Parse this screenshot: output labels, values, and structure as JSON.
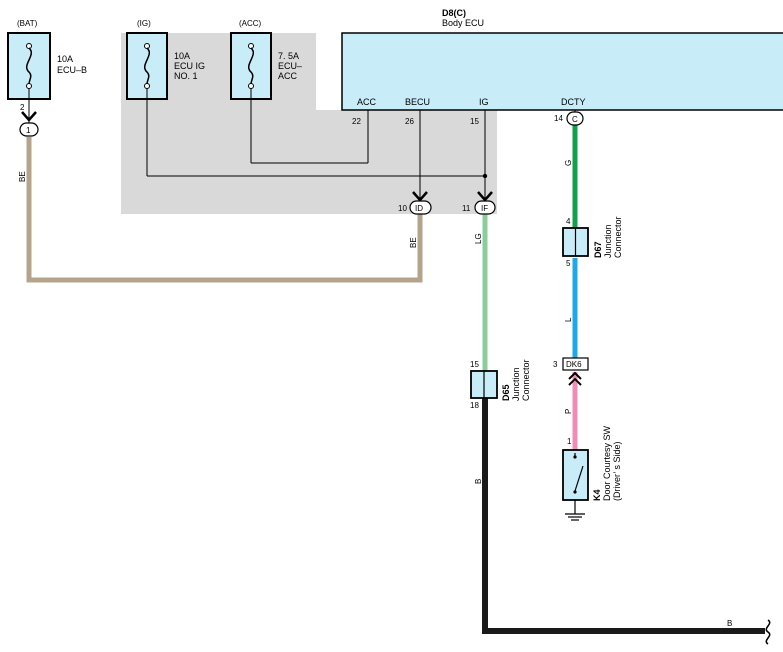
{
  "ecu": {
    "code": "D8(C)",
    "name": "Body ECU",
    "pins": {
      "acc": {
        "label": "ACC",
        "number": "22"
      },
      "becu": {
        "label": "BECU",
        "number": "26"
      },
      "ig": {
        "label": "IG",
        "number": "15"
      },
      "dcty": {
        "label": "DCTY",
        "number": "14"
      }
    },
    "dcty_connector": "C"
  },
  "fuses": {
    "bat": {
      "source": "(BAT)",
      "rating": "10A",
      "name": "ECU–B",
      "pin": "2",
      "connector": "1"
    },
    "ig": {
      "source": "(IG)",
      "rating": "10A",
      "name_line1": "ECU IG",
      "name_line2": "NO. 1"
    },
    "acc": {
      "source": "(ACC)",
      "rating": "7. 5A",
      "name_line1": "ECU–",
      "name_line2": "ACC"
    }
  },
  "junction_block": {
    "id_pin": "10",
    "id_conn": "ID",
    "if_pin": "11",
    "if_conn": "IF"
  },
  "wires": {
    "be_left": "BE",
    "be_right": "BE",
    "lg": "LG",
    "g": "G",
    "l": "L",
    "p": "P",
    "b_vertical": "B",
    "b_horizontal": "B"
  },
  "d67": {
    "code": "D67",
    "line1": "Junction",
    "line2": "Connector",
    "pin_top": "4",
    "pin_bottom": "5"
  },
  "d65": {
    "code": "D65",
    "line1": "Junction",
    "line2": "Connector",
    "pin_top": "15",
    "pin_bottom": "18"
  },
  "dk6": {
    "pin": "3",
    "connector": "DK6"
  },
  "k4": {
    "code": "K4",
    "line1": "Door Courtesy SW",
    "line2": "(Driver’ s Side)",
    "pin": "1"
  },
  "colors": {
    "ecu_fill": "#c8ecf8",
    "junction_block": "#d9d9d9",
    "wire_be": "#b5a48c",
    "wire_lg": "#8ccc9c",
    "wire_g": "#12a04c",
    "wire_l": "#1ea8e8",
    "wire_p": "#f08cb8",
    "wire_b": "#1a1a1a"
  }
}
